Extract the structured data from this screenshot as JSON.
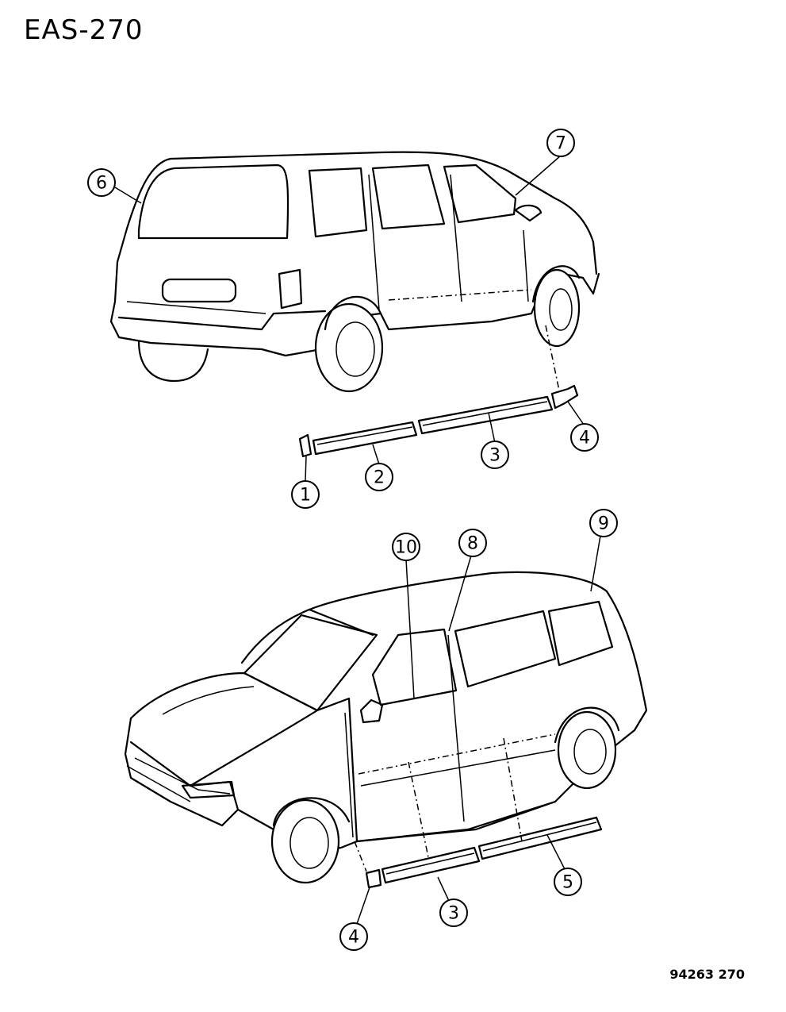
{
  "header": {
    "diagram_code": "EAS-270"
  },
  "footer": {
    "figure_number": "94263 270"
  },
  "top_view": {
    "callouts": [
      "6",
      "7",
      "4",
      "3",
      "2",
      "1"
    ]
  },
  "bottom_view": {
    "callouts": [
      "10",
      "8",
      "9",
      "3",
      "4",
      "5"
    ]
  }
}
